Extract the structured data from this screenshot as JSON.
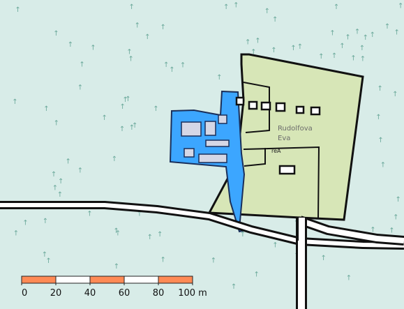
{
  "map": {
    "labels": {
      "area_name_line1": "Rudolfova",
      "area_name_line2": "Eva",
      "small_label": "reA"
    },
    "scale_bar": {
      "ticks": [
        "0",
        "20",
        "40",
        "60",
        "80",
        "100 m"
      ],
      "segment_colors": [
        "#ff8a55",
        "#ffffff",
        "#ff8a55",
        "#ffffff",
        "#ff8a55"
      ]
    },
    "colors": {
      "background": "#d8ece8",
      "forest_symbol": "#6aa89a",
      "blue_area": "#3ca6ff",
      "green_area": "#d7e6b7",
      "outline": "#111111",
      "road_fill": "#ffffff"
    }
  }
}
